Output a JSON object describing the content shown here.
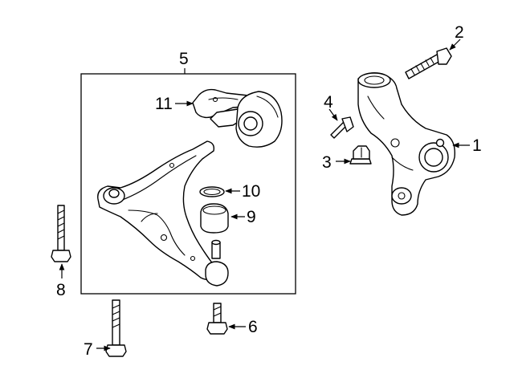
{
  "callouts": {
    "c1": "1",
    "c2": "2",
    "c3": "3",
    "c4": "4",
    "c5": "5",
    "c6": "6",
    "c7": "7",
    "c8": "8",
    "c9": "9",
    "c10": "10",
    "c11": "11"
  },
  "icons": {
    "arrowhead": "filled-triangle"
  }
}
